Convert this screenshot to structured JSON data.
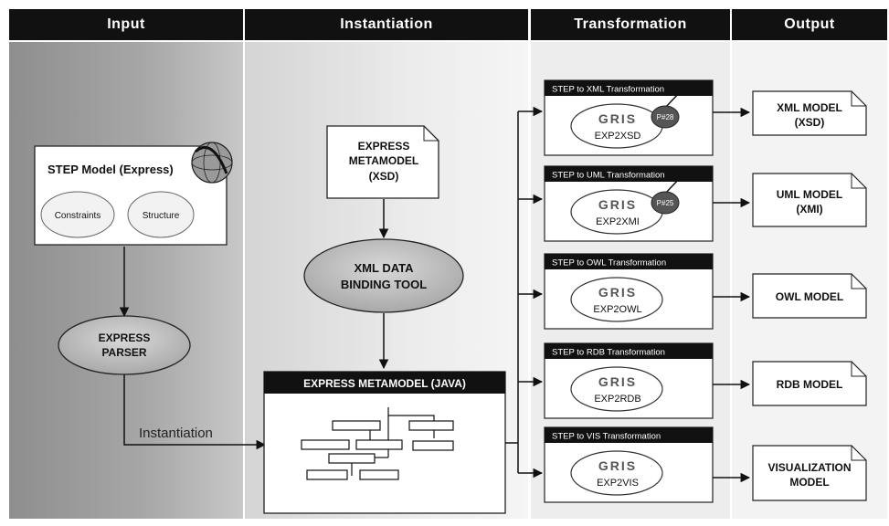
{
  "columns": {
    "input": "Input",
    "instantiation": "Instantiation",
    "transformation": "Transformation",
    "output": "Output"
  },
  "step_model": {
    "title": "STEP Model (Express)",
    "constraints": "Constraints",
    "structure": "Structure"
  },
  "express_parser": {
    "line1": "EXPRESS",
    "line2": "PARSER"
  },
  "instantiation_label": "Instantiation",
  "express_metamodel_xsd": {
    "line1": "EXPRESS",
    "line2": "METAMODEL",
    "line3": "(XSD)"
  },
  "xml_data_binding_tool": {
    "line1": "XML DATA",
    "line2": "BINDING TOOL"
  },
  "express_metamodel_java": {
    "title": "EXPRESS METAMODEL (JAVA)"
  },
  "transformations": [
    {
      "title": "STEP to XML Transformation",
      "brand": "GRIS",
      "tool": "EXP2XSD",
      "badge": "P#28"
    },
    {
      "title": "STEP to UML Transformation",
      "brand": "GRIS",
      "tool": "EXP2XMI",
      "badge": "P#25"
    },
    {
      "title": "STEP to OWL Transformation",
      "brand": "GRIS",
      "tool": "EXP2OWL"
    },
    {
      "title": "STEP to RDB Transformation",
      "brand": "GRIS",
      "tool": "EXP2RDB"
    },
    {
      "title": "STEP to VIS Transformation",
      "brand": "GRIS",
      "tool": "EXP2VIS"
    }
  ],
  "outputs": [
    {
      "line1": "XML MODEL",
      "line2": "(XSD)"
    },
    {
      "line1": "UML MODEL",
      "line2": "(XMI)"
    },
    {
      "line1": "OWL MODEL"
    },
    {
      "line1": "RDB MODEL"
    },
    {
      "line1": "VISUALIZATION",
      "line2": "MODEL"
    }
  ],
  "colors": {
    "header_bg": "#111111",
    "input_bg": "#9a9a9a",
    "instantiation_bg": "#e6e6e6",
    "transformation_bg": "#efefef",
    "output_bg": "#f4f4f4",
    "ellipse_fill": "#bdbdbd"
  }
}
